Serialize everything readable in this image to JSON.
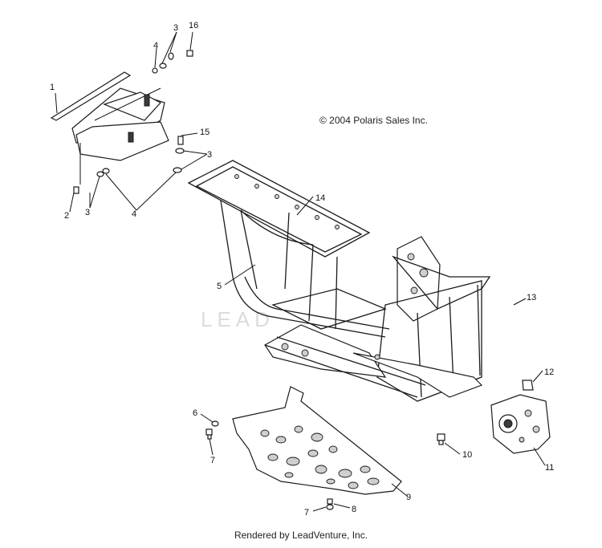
{
  "copyright": "© 2004 Polaris Sales Inc.",
  "footer": "Rendered by LeadVenture, Inc.",
  "watermark": "LEAD",
  "callouts": {
    "c1": "1",
    "c2": "2",
    "c3a": "3",
    "c3b": "3",
    "c3c": "3",
    "c4a": "4",
    "c4b": "4",
    "c5": "5",
    "c6": "6",
    "c7a": "7",
    "c7b": "7",
    "c8": "8",
    "c9": "9",
    "c10": "10",
    "c11": "11",
    "c12": "12",
    "c13": "13",
    "c14": "14",
    "c15": "15",
    "c16": "16"
  }
}
